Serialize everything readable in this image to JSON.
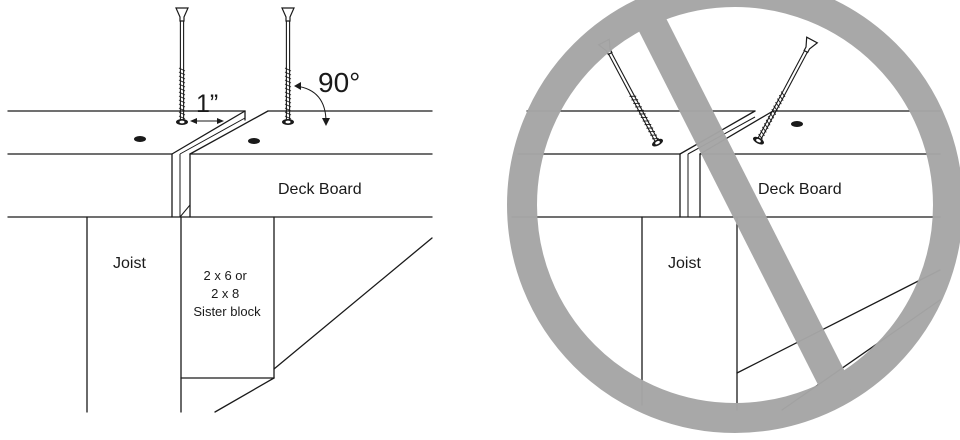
{
  "correct": {
    "spacing_label": "1”",
    "angle_label": "90°",
    "board_label": "Deck Board",
    "joist_label": "Joist",
    "block_label_lines": [
      "2 x 6 or",
      "2 x 8",
      "Sister block"
    ]
  },
  "incorrect": {
    "board_label": "Deck Board",
    "joist_label": "Joist"
  },
  "colors": {
    "line": "#1a1a1a",
    "prohibition": "#a6a6a6"
  },
  "icons": {
    "prohibition": "no-sign-icon"
  }
}
